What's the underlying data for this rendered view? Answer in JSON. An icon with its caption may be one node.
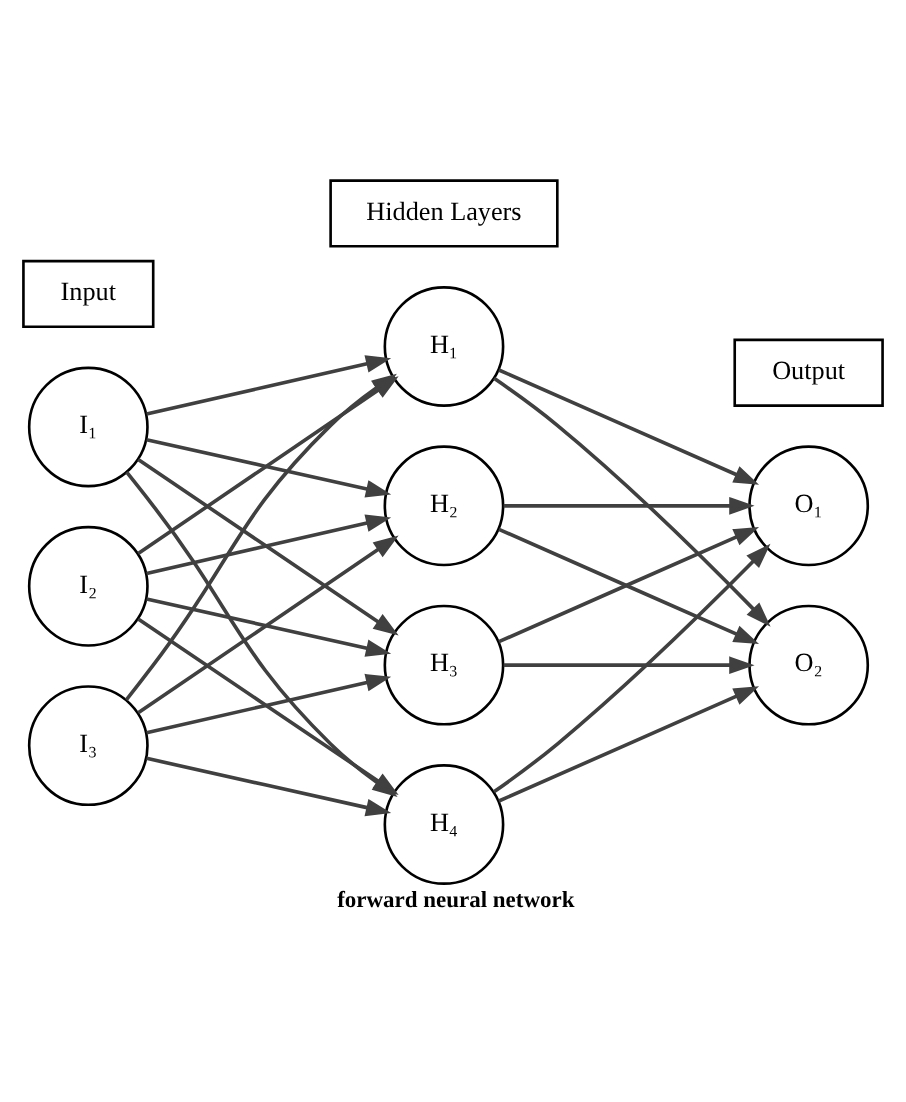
{
  "diagram": {
    "caption": "forward neural network",
    "nodes": [
      {
        "text": [
          "Input"
        ]
      },
      {
        "text": [
          "Hidden Layers"
        ]
      },
      {
        "text": [
          "Output"
        ]
      },
      {
        "text": [
          "I₁"
        ]
      },
      {
        "text": [
          "I₂"
        ]
      },
      {
        "text": [
          "I₃"
        ]
      },
      {
        "text": [
          "H₁"
        ]
      },
      {
        "text": [
          "H₂"
        ]
      },
      {
        "text": [
          "H₃"
        ]
      },
      {
        "text": [
          "H₄"
        ]
      },
      {
        "text": [
          "O₁"
        ]
      },
      {
        "text": [
          "O₂"
        ]
      }
    ],
    "edges": [
      {
        "from": 3,
        "to": 6,
        "arrow": "to"
      },
      {
        "from": 3,
        "to": 7,
        "arrow": "to"
      },
      {
        "from": 3,
        "to": 8,
        "arrow": "to"
      },
      {
        "from": 3,
        "to": 9,
        "arrow": "to"
      },
      {
        "from": 4,
        "to": 6,
        "arrow": "to"
      },
      {
        "from": 4,
        "to": 7,
        "arrow": "to"
      },
      {
        "from": 4,
        "to": 8,
        "arrow": "to"
      },
      {
        "from": 4,
        "to": 9,
        "arrow": "to"
      },
      {
        "from": 5,
        "to": 6,
        "arrow": "to"
      },
      {
        "from": 5,
        "to": 7,
        "arrow": "to"
      },
      {
        "from": 5,
        "to": 8,
        "arrow": "to"
      },
      {
        "from": 5,
        "to": 9,
        "arrow": "to"
      },
      {
        "from": 6,
        "to": 10,
        "arrow": "to"
      },
      {
        "from": 6,
        "to": 11,
        "arrow": "to"
      },
      {
        "from": 7,
        "to": 10,
        "arrow": "to"
      },
      {
        "from": 7,
        "to": 11,
        "arrow": "to"
      },
      {
        "from": 8,
        "to": 10,
        "arrow": "to"
      },
      {
        "from": 8,
        "to": 11,
        "arrow": "to"
      },
      {
        "from": 9,
        "to": 10,
        "arrow": "to"
      },
      {
        "from": 9,
        "to": 11,
        "arrow": "to"
      }
    ]
  }
}
